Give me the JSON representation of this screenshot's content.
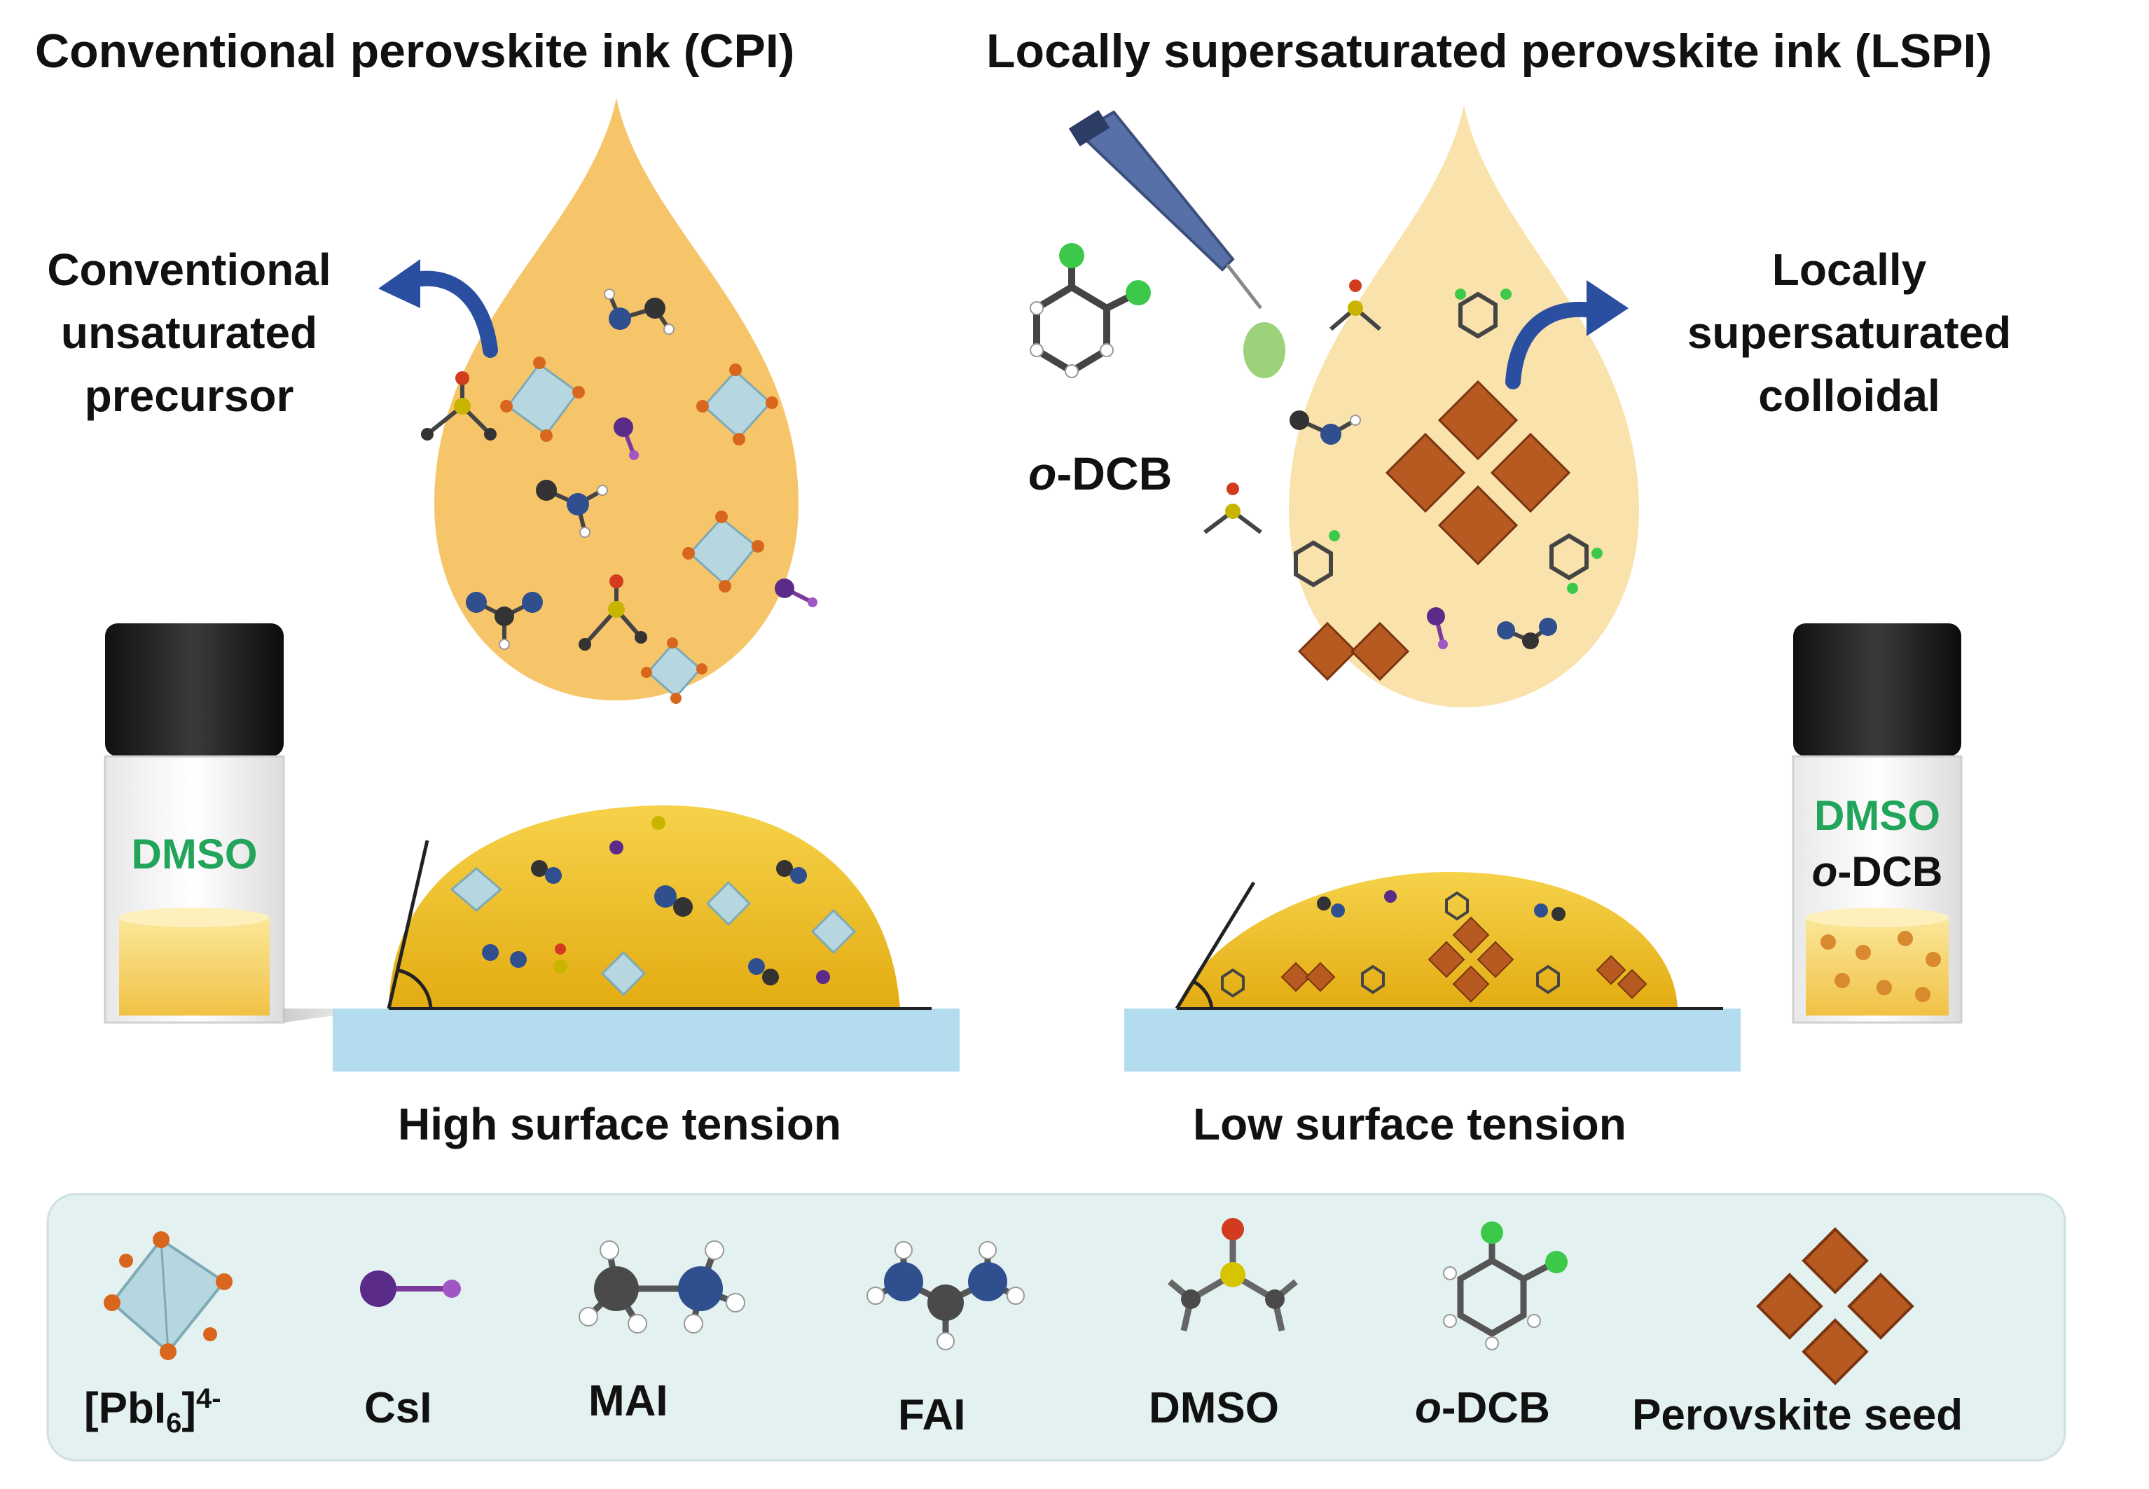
{
  "titles": {
    "left": "Conventional perovskite ink (CPI)",
    "right": "Locally supersaturated perovskite ink (LSPI)"
  },
  "left_annotation": [
    "Conventional",
    "unsaturated",
    "precursor"
  ],
  "right_annotation": [
    "Locally",
    "supersaturated",
    "colloidal"
  ],
  "odcb_label": {
    "prefix": "o",
    "suffix": "-DCB"
  },
  "vial_left": {
    "solvent": "DMSO"
  },
  "vial_right": {
    "solvent": "DMSO",
    "additive_prefix": "o",
    "additive_suffix": "-DCB"
  },
  "tension": {
    "left": "High surface tension",
    "right": "Low surface tension"
  },
  "legend": {
    "pbi_prefix": "[PbI",
    "pbi_sub": "6",
    "pbi_close": "]",
    "pbi_sup": "4-",
    "items": [
      "CsI",
      "MAI",
      "FAI",
      "DMSO"
    ],
    "odcb_prefix": "o",
    "odcb_suffix": "-DCB",
    "seed": "Perovskite seed"
  },
  "colors": {
    "drop_left": "#f6c56a",
    "drop_right": "#fae2ad",
    "sessile": "#f0c020",
    "substrate": "#b3dcef",
    "legend_bg": "#e3f1f1",
    "arrow": "#2b4fa0",
    "octahedron": "#b6d7e0",
    "seed": "#b65a22",
    "green_text": "#22a55a"
  }
}
